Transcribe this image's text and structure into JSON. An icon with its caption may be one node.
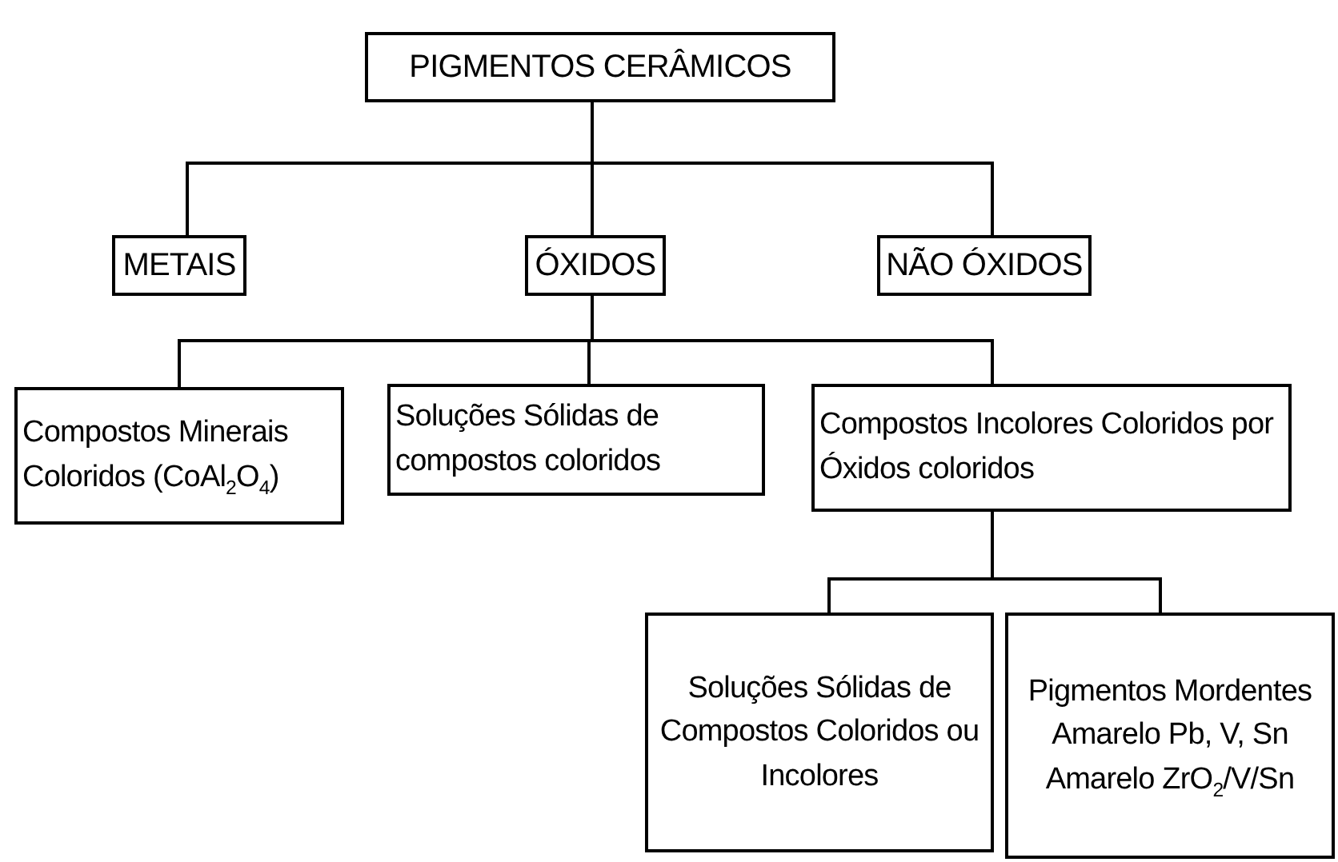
{
  "diagram": {
    "nodes": [
      {
        "text": [
          "PIGMENTOS CERÂMICOS"
        ]
      },
      {
        "text": [
          "METAIS"
        ]
      },
      {
        "text": [
          "ÓXIDOS"
        ]
      },
      {
        "text": [
          "NÃO ÓXIDOS"
        ]
      },
      {
        "text": [
          "Compostos Minerais Coloridos (CoAl$_{2}$O$_{4}$)"
        ]
      },
      {
        "text": [
          "Soluções Sólidas de compostos coloridos"
        ]
      },
      {
        "text": [
          "Compostos Incolores Coloridos por Óxidos coloridos"
        ]
      },
      {
        "text": [
          "Soluções Sólidas de Compostos Coloridos ou Incolores"
        ]
      },
      {
        "text": [
          "Pigmentos Mordentes",
          "Amarelo Pb, V, Sn",
          "Amarelo ZrO$_{2}$/V/Sn"
        ]
      }
    ],
    "edges": [
      {
        "from": 0,
        "to": 1,
        "arrow": "none"
      },
      {
        "from": 0,
        "to": 2,
        "arrow": "none"
      },
      {
        "from": 0,
        "to": 3,
        "arrow": "none"
      },
      {
        "from": 2,
        "to": 4,
        "arrow": "none"
      },
      {
        "from": 2,
        "to": 5,
        "arrow": "none"
      },
      {
        "from": 2,
        "to": 6,
        "arrow": "none"
      },
      {
        "from": 6,
        "to": 7,
        "arrow": "none"
      },
      {
        "from": 6,
        "to": 8,
        "arrow": "none"
      }
    ]
  }
}
